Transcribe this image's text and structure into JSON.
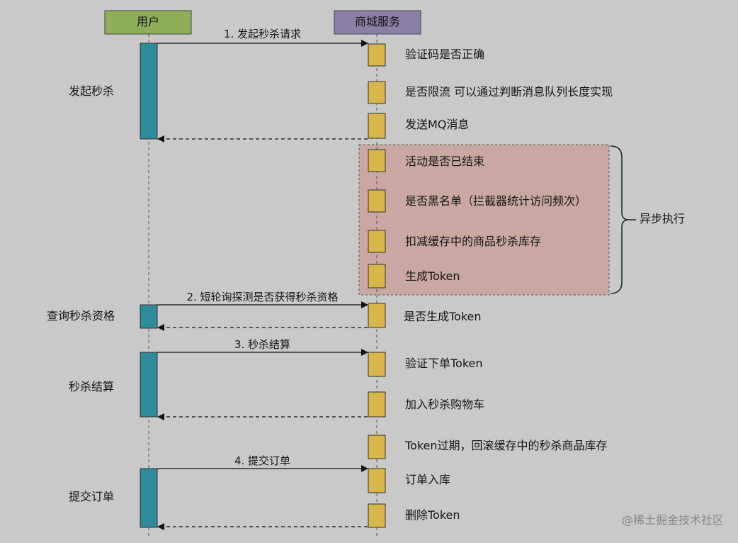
{
  "participants": {
    "user": "用户",
    "service": "商城服务"
  },
  "phases": {
    "launch": "发起秒杀",
    "query": "查询秒杀资格",
    "settle": "秒杀结算",
    "submit": "提交订单"
  },
  "messages": {
    "m1": "1. 发起秒杀请求",
    "m2": "2. 短轮询探测是否获得秒杀资格",
    "m3": "3. 秒杀结算",
    "m4": "4. 提交订单"
  },
  "steps": {
    "s1": "验证码是否正确",
    "s2": "是否限流  可以通过判断消息队列长度实现",
    "s3": "发送MQ消息",
    "s4": "活动是否已结束",
    "s5": "是否黑名单（拦截器统计访问频次）",
    "s6": "扣减缓存中的商品秒杀库存",
    "s7": "生成Token",
    "s8": "是否生成Token",
    "s9": "验证下单Token",
    "s10": "加入秒杀购物车",
    "s11": "Token过期，回滚缓存中的秒杀商品库存",
    "s12": "订单入库",
    "s13": "删除Token"
  },
  "async_label": "异步执行",
  "watermark": "@稀土掘金技术社区",
  "colors": {
    "background": "#c9c9c9",
    "user_box": "#8fae5a",
    "service_box": "#8c7fa6",
    "user_activation": "#2e8b99",
    "service_activation": "#d8b64a",
    "async_region": "#c9a7a2"
  }
}
